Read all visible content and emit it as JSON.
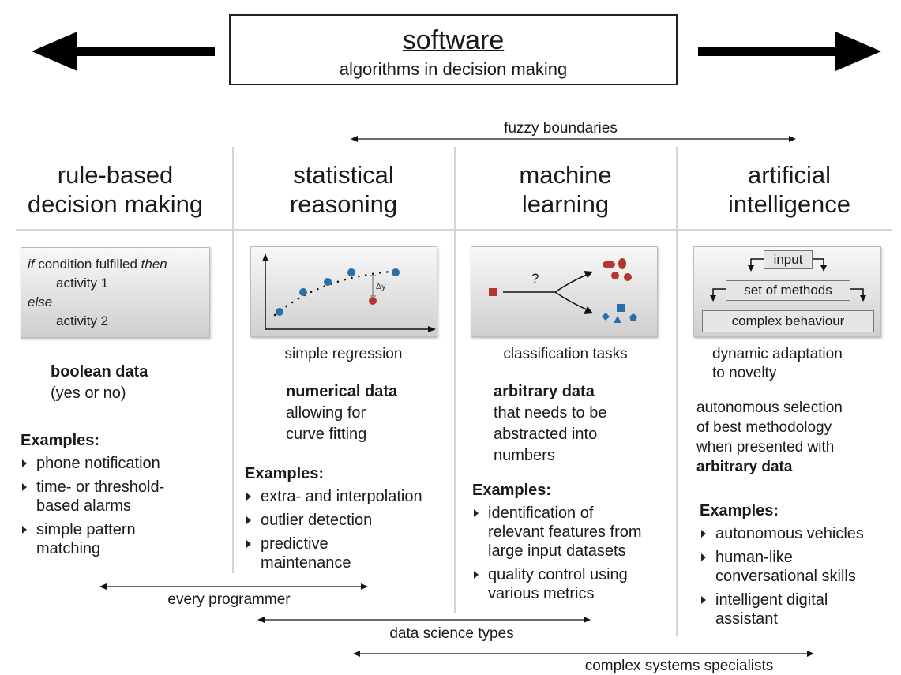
{
  "header": {
    "title": "software",
    "subtitle": "algorithms in decision making"
  },
  "fuzzy_label": "fuzzy boundaries",
  "columns": [
    {
      "heading": [
        "rule-based",
        "decision making"
      ],
      "box": {
        "if_kw": "if",
        "condition": " condition fulfilled ",
        "then_kw": "then",
        "activity1": "activity 1",
        "else_kw": "else",
        "activity2": "activity 2"
      },
      "data_title": "boolean data",
      "data_desc": [
        "(yes or no)"
      ],
      "examples_label": "Examples:",
      "examples": [
        [
          "phone notification"
        ],
        [
          "time- or threshold-",
          "based alarms"
        ],
        [
          "simple pattern",
          "matching"
        ]
      ]
    },
    {
      "heading": [
        "statistical",
        "reasoning"
      ],
      "box_label": "Δy",
      "caption": "simple regression",
      "data_title": "numerical data",
      "data_desc": [
        "allowing for",
        "curve fitting"
      ],
      "examples_label": "Examples:",
      "examples": [
        [
          "extra- and interpolation"
        ],
        [
          "outlier detection"
        ],
        [
          "predictive",
          "maintenance"
        ]
      ]
    },
    {
      "heading": [
        "machine",
        "learning"
      ],
      "box_label": "?",
      "caption": "classification tasks",
      "data_title": "arbitrary data",
      "data_desc": [
        "that needs to be",
        "abstracted into",
        "numbers"
      ],
      "examples_label": "Examples:",
      "examples": [
        [
          "identification of",
          "relevant features from",
          "large input datasets"
        ],
        [
          "quality control using",
          "various metrics"
        ]
      ]
    },
    {
      "heading": [
        "artificial",
        "intelligence"
      ],
      "box": {
        "input": "input",
        "methods": "set of methods",
        "behaviour": "complex behaviour"
      },
      "caption": [
        "dynamic adaptation",
        "to novelty"
      ],
      "desc": [
        "autonomous selection",
        "of best methodology",
        "when presented with"
      ],
      "desc_bold": "arbitrary data",
      "examples_label": "Examples:",
      "examples": [
        [
          "autonomous vehicles"
        ],
        [
          "human-like",
          "conversational skills"
        ],
        [
          "intelligent digital",
          "assistant"
        ]
      ]
    }
  ],
  "ranges": {
    "programmer": "every programmer",
    "data_science": "data science types",
    "complex_systems": "complex systems specialists"
  },
  "colors": {
    "text": "#1a1a1a",
    "divider": "#d4d4d4",
    "point_blue": "#2a6fa8",
    "point_red": "#b5352b"
  }
}
